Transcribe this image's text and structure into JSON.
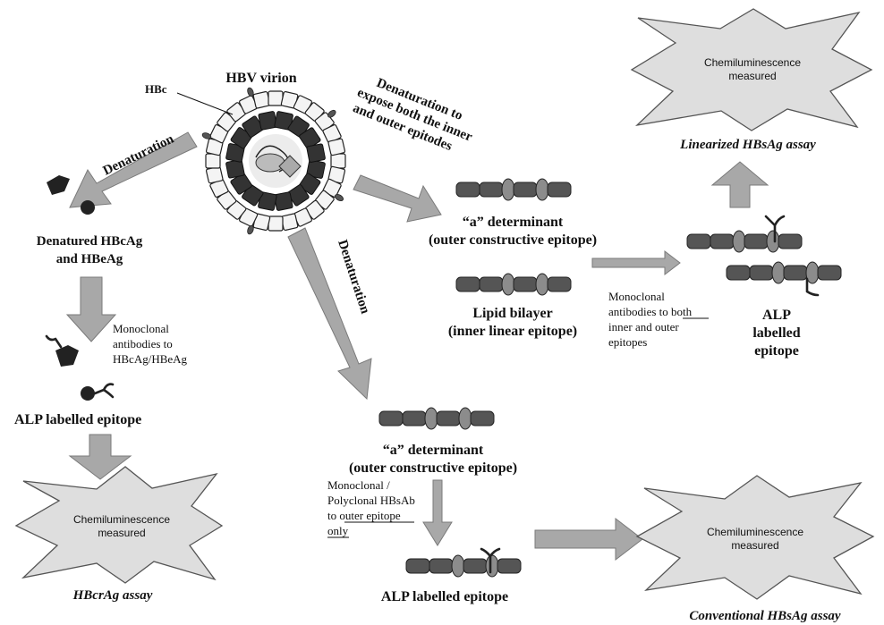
{
  "virion": {
    "title": "HBV virion",
    "core_label": "HBc"
  },
  "left": {
    "denaturation": "Denaturation",
    "denatured_lines": [
      "Denatured HBcAg",
      "and HBeAg"
    ],
    "mab_lines": [
      "Monoclonal",
      "antibodies to",
      "HBcAg/HBeAg"
    ],
    "alp": "ALP labelled epitope",
    "chemi_lines": [
      "Chemiluminescence",
      "measured"
    ],
    "assay": "HBcrAg assay"
  },
  "center": {
    "denaturation": "Denaturation",
    "a_det_lines": [
      "“a” determinant",
      "(outer constructive epitope)"
    ],
    "polyclonal_lines": [
      "Monoclonal /",
      "Polyclonal HBsAb",
      "to"
    ],
    "outer_epitope": "outer epitope",
    "only": "only",
    "alp": "ALP labelled epitope"
  },
  "right": {
    "denat_lines": [
      "Denaturation to",
      "expose both the inner",
      "and outer epitodes"
    ],
    "a_det_lines": [
      "“a” determinant",
      "(outer constructive epitope)"
    ],
    "lipid_lines": [
      "Lipid bilayer",
      "(inner linear epitope)"
    ],
    "mab_pre": "Monoclonal",
    "mab_mid": "antibodies to",
    "both": "both",
    "mab_tail": [
      "inner and outer",
      "epitopes"
    ],
    "alp_lines": [
      "ALP",
      "labelled",
      "epitope"
    ],
    "chemi_lines": [
      "Chemiluminescence",
      "measured"
    ],
    "assay": "Linearized HBsAg assay"
  },
  "bottom_right": {
    "chemi_lines": [
      "Chemiluminescence",
      "measured"
    ],
    "assay": "Conventional HBsAg assay"
  }
}
